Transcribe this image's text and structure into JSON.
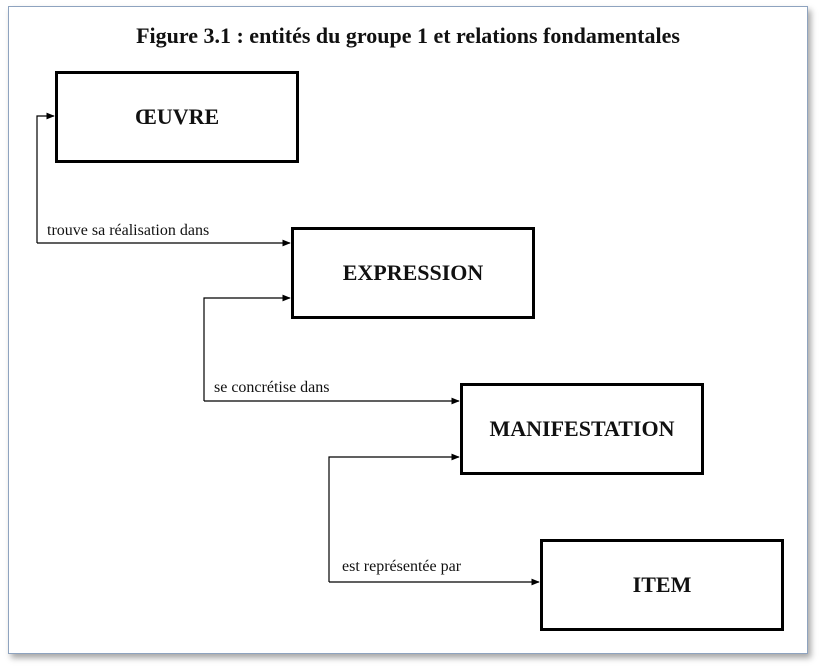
{
  "title": "Figure 3.1 : entités du groupe 1 et relations fondamentales",
  "entities": {
    "oeuvre": "ŒUVRE",
    "expression": "EXPRESSION",
    "manifestation": "MANIFESTATION",
    "item": "ITEM"
  },
  "relations": [
    {
      "from": "ŒUVRE",
      "to": "EXPRESSION",
      "label": "trouve sa réalisation dans"
    },
    {
      "from": "EXPRESSION",
      "to": "MANIFESTATION",
      "label": "se concrétise dans"
    },
    {
      "from": "MANIFESTATION",
      "to": "ITEM",
      "label": "est représentée par"
    }
  ]
}
